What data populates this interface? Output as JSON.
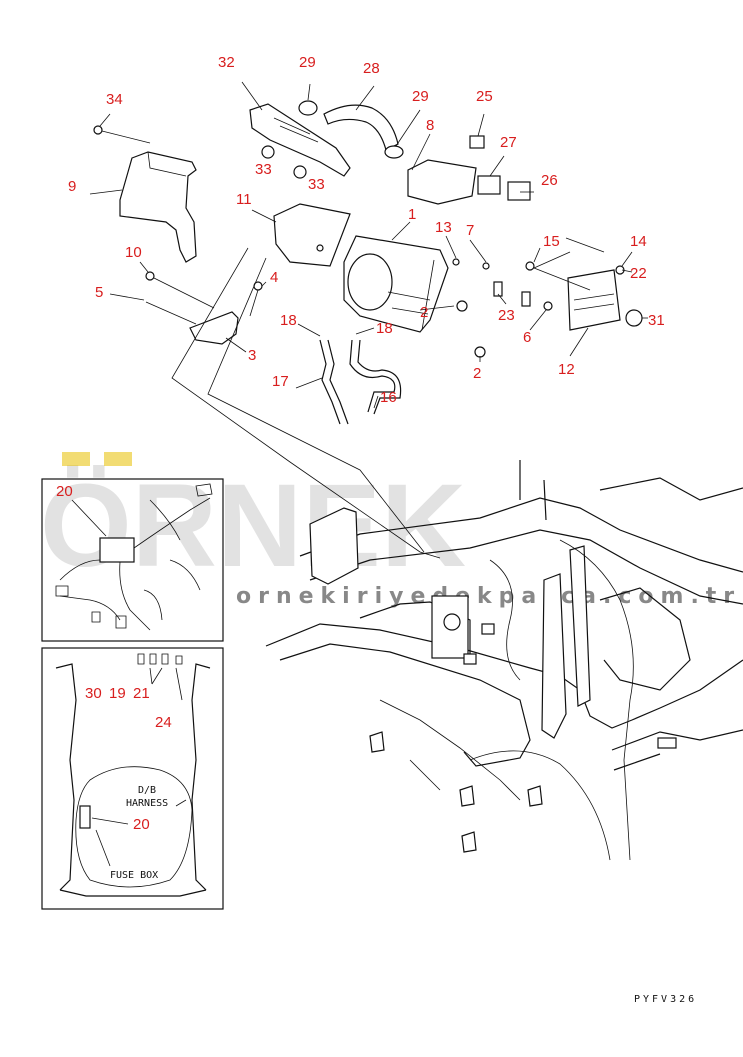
{
  "callouts": [
    {
      "id": "c32",
      "text": "32"
    },
    {
      "id": "c29a",
      "text": "29"
    },
    {
      "id": "c28",
      "text": "28"
    },
    {
      "id": "c34",
      "text": "34"
    },
    {
      "id": "c29b",
      "text": "29"
    },
    {
      "id": "c25",
      "text": "25"
    },
    {
      "id": "c8",
      "text": "8"
    },
    {
      "id": "c27",
      "text": "27"
    },
    {
      "id": "c33a",
      "text": "33"
    },
    {
      "id": "c33b",
      "text": "33"
    },
    {
      "id": "c26",
      "text": "26"
    },
    {
      "id": "c9",
      "text": "9"
    },
    {
      "id": "c11",
      "text": "11"
    },
    {
      "id": "c1",
      "text": "1"
    },
    {
      "id": "c13",
      "text": "13"
    },
    {
      "id": "c7",
      "text": "7"
    },
    {
      "id": "c15",
      "text": "15"
    },
    {
      "id": "c14",
      "text": "14"
    },
    {
      "id": "c10",
      "text": "10"
    },
    {
      "id": "c22",
      "text": "22"
    },
    {
      "id": "c4",
      "text": "4"
    },
    {
      "id": "c5",
      "text": "5"
    },
    {
      "id": "c2a",
      "text": "2"
    },
    {
      "id": "c23",
      "text": "23"
    },
    {
      "id": "c31",
      "text": "31"
    },
    {
      "id": "c18a",
      "text": "18"
    },
    {
      "id": "c18b",
      "text": "18"
    },
    {
      "id": "c6",
      "text": "6"
    },
    {
      "id": "c3",
      "text": "3"
    },
    {
      "id": "c2b",
      "text": "2"
    },
    {
      "id": "c12",
      "text": "12"
    },
    {
      "id": "c17",
      "text": "17"
    },
    {
      "id": "c16",
      "text": "16"
    },
    {
      "id": "c20a",
      "text": "20"
    },
    {
      "id": "c30",
      "text": "30"
    },
    {
      "id": "c19",
      "text": "19"
    },
    {
      "id": "c21",
      "text": "21"
    },
    {
      "id": "c24",
      "text": "24"
    },
    {
      "id": "c20b",
      "text": "20"
    }
  ],
  "labels": {
    "db": "D/B",
    "harness": "HARNESS",
    "fuse_box": "FUSE BOX"
  },
  "drawing_code": "PYFV326",
  "watermark": {
    "brand": "ÖRNEK",
    "domain": "ornekiriyedekparca.com.tr",
    "color": "#b9b9b9",
    "accent": "#e8c000"
  },
  "colors": {
    "callout": "#d81e1e",
    "line": "#111111"
  }
}
